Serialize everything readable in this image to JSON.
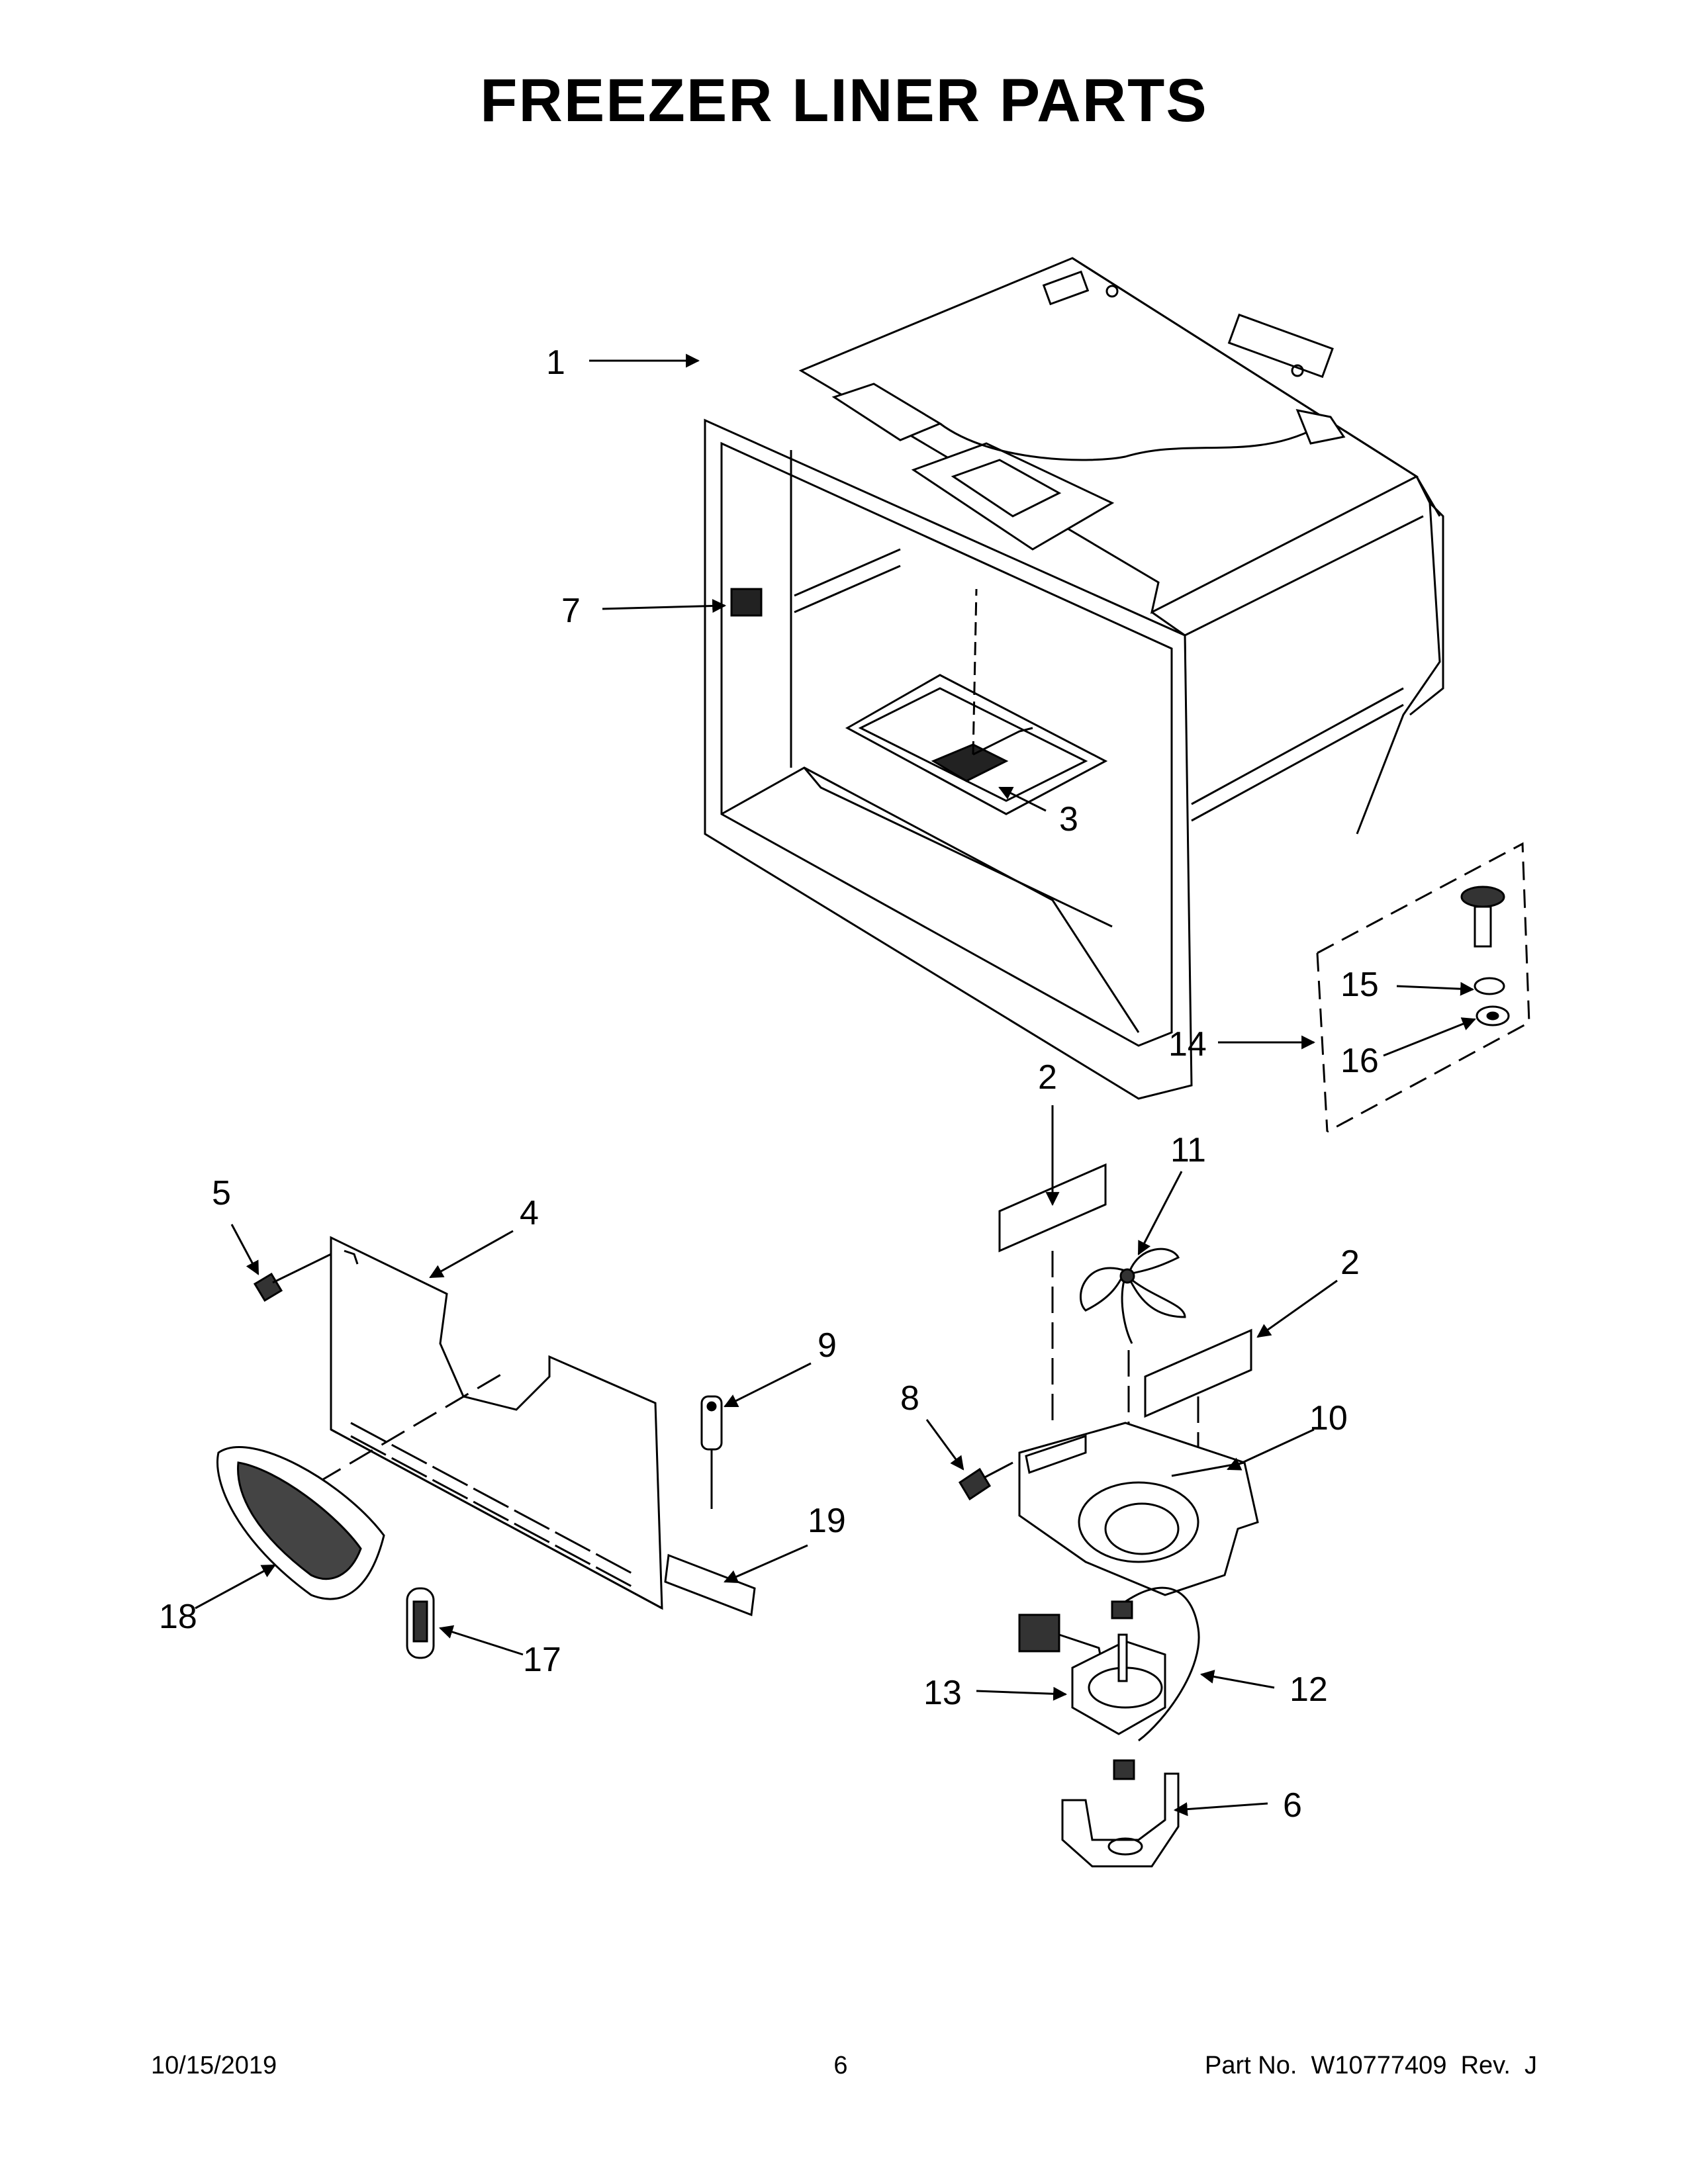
{
  "title": "FREEZER LINER PARTS",
  "callouts": {
    "c1": "1",
    "c2a": "2",
    "c2b": "2",
    "c3": "3",
    "c4": "4",
    "c5": "5",
    "c6": "6",
    "c7": "7",
    "c8": "8",
    "c9": "9",
    "c10": "10",
    "c11": "11",
    "c12": "12",
    "c13": "13",
    "c14": "14",
    "c15": "15",
    "c16": "16",
    "c17": "17",
    "c18": "18",
    "c19": "19"
  },
  "footer": {
    "date": "10/15/2019",
    "page": "6",
    "part": "Part No.  W10777409  Rev.  J"
  }
}
